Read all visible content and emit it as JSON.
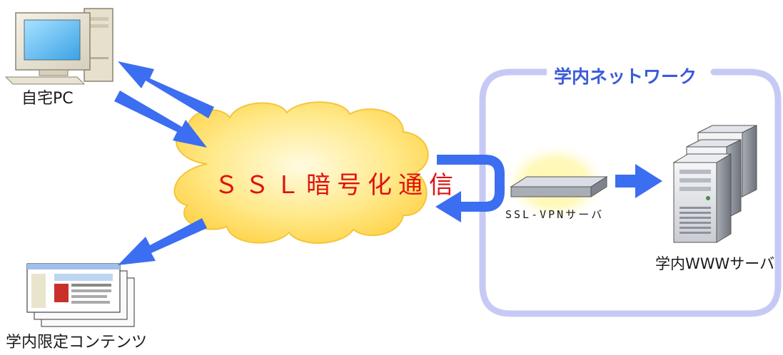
{
  "nodes": {
    "home_pc": {
      "label": "自宅PC"
    },
    "cloud": {
      "label": "ＳＳＬ暗号化通信"
    },
    "network": {
      "label": "学内ネットワーク"
    },
    "vpn_server": {
      "label": "SSL-VPNサーバ"
    },
    "www_server": {
      "label": "学内WWWサーバ"
    },
    "contents": {
      "label": "学内限定コンテンツ"
    }
  },
  "colors": {
    "arrow": "#3b6ef0",
    "cloud_text": "#e01010",
    "network_title": "#3b5bd8",
    "network_outline": "#c7c9f5",
    "cloud_fill": "#ffe070"
  },
  "icons": [
    "desktop-pc-icon",
    "cloud-icon",
    "vpn-appliance-icon",
    "server-rack-icon",
    "webpage-stack-icon",
    "arrow-icon"
  ]
}
